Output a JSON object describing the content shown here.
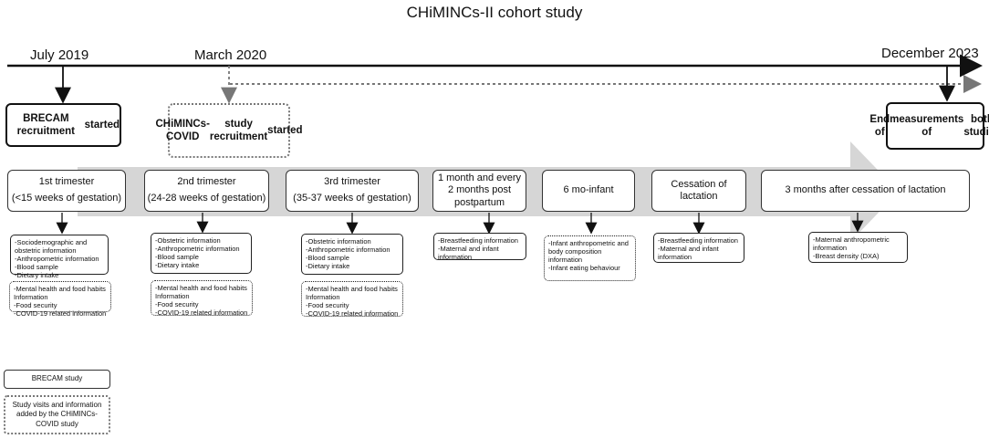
{
  "title": "CHiMINCs-II cohort study",
  "timeline": {
    "dates": [
      "July 2019",
      "March 2020",
      "December 2023"
    ]
  },
  "top_boxes": {
    "brecam": [
      "BRECAM recruitment",
      "started"
    ],
    "chimincs": [
      "CHiMINCs-COVID",
      "study recruitment",
      "started"
    ],
    "end": [
      "End of",
      "measurements of",
      "both studies"
    ]
  },
  "stages": [
    {
      "lines": [
        "1st trimester",
        "(<15 weeks of gestation)"
      ],
      "brecam": [
        "-Sociodemographic and obstetric information",
        "-Anthropometric information",
        "-Blood sample",
        "-Dietary intake"
      ],
      "covid": [
        "-Mental health and food habits Information",
        "-Food security",
        "-COVID-19 related information"
      ]
    },
    {
      "lines": [
        "2nd trimester",
        "(24-28 weeks of gestation)"
      ],
      "brecam": [
        "-Obstetric information",
        "-Anthropometric information",
        "-Blood sample",
        "-Dietary intake"
      ],
      "covid": [
        "-Mental health and food habits Information",
        "-Food security",
        "-COVID-19 related information"
      ]
    },
    {
      "lines": [
        "3rd trimester",
        "(35-37 weeks of gestation)"
      ],
      "brecam": [
        "-Obstetric information",
        "-Anthropometric information",
        "-Blood sample",
        "-Dietary intake"
      ],
      "covid": [
        "-Mental health and food habits Information",
        "-Food security",
        "-COVID-19 related information"
      ]
    },
    {
      "lines": [
        "1 month and every",
        "2 months post",
        "postpartum"
      ],
      "brecam": [
        "-Breastfeeding information",
        "-Maternal and infant information"
      ],
      "covid": []
    },
    {
      "lines": [
        "6 mo-infant"
      ],
      "brecam": [],
      "covid": [
        "-Infant anthropometric and body composition information",
        "-Infant eating behaviour"
      ]
    },
    {
      "lines": [
        "Cessation of",
        "lactation"
      ],
      "brecam": [
        "-Breastfeeding information",
        "-Maternal and infant information"
      ],
      "covid": []
    },
    {
      "lines": [
        "3 months after cessation of lactation"
      ],
      "brecam": [
        "-Maternal anthropometric information",
        "-Breast density (DXA)"
      ],
      "covid": []
    }
  ],
  "legend": {
    "brecam": "BRECAM study",
    "covid": "Study visits and information added by the CHiMINCs-COVID study"
  }
}
